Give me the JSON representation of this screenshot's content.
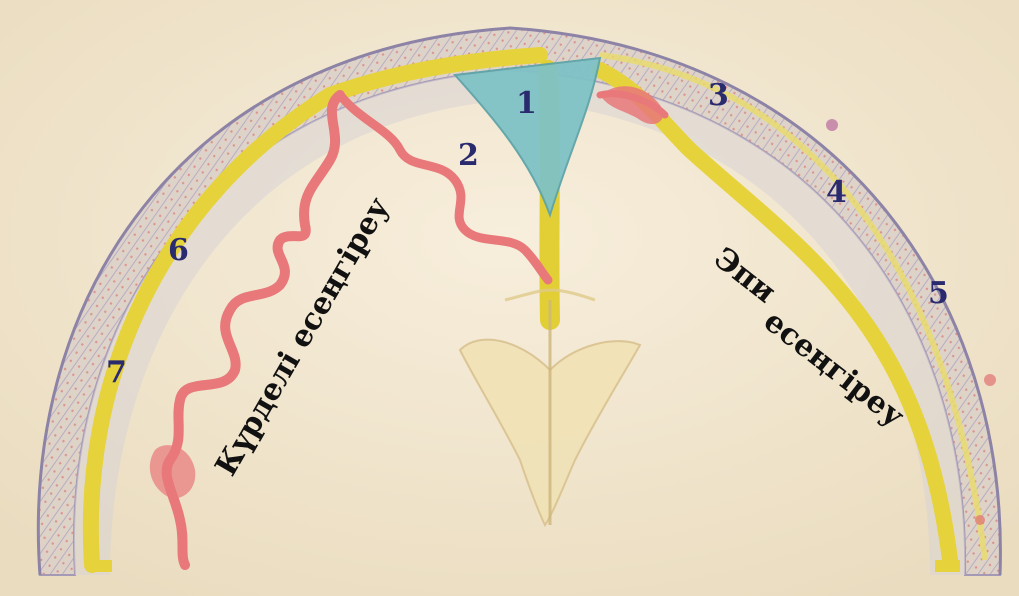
{
  "labels": {
    "n1": "1",
    "n2": "2",
    "n3": "3",
    "n4": "4",
    "n5": "5",
    "n6": "6",
    "n7": "7"
  },
  "captions": {
    "left": "Күрделі есеңгіреу",
    "right_line1": "Эпи",
    "right_line2": "есеңгіреу"
  },
  "colors": {
    "number_label": "#2a2a6e",
    "caption_text": "#111111",
    "vessel_red": "#e8787a",
    "dura_yellow": "#e6d23a",
    "ventricle_cyan": "#7fc2c6",
    "paper": "#f3e9d2"
  }
}
